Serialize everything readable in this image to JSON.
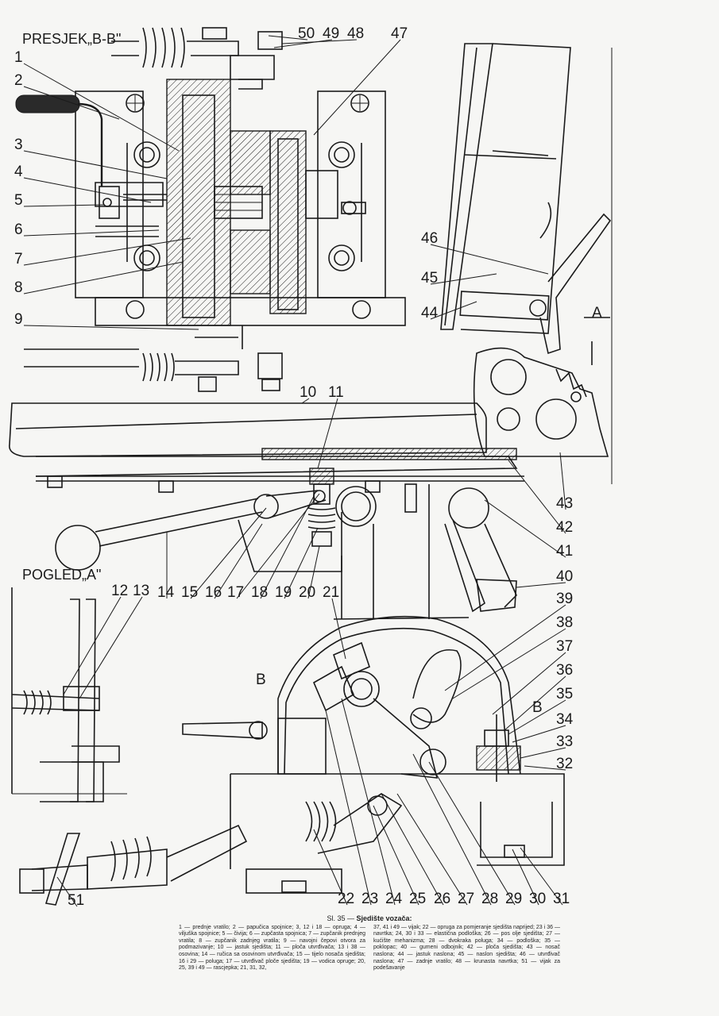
{
  "labels": {
    "section_bb": "PRESJEK„B-B\"",
    "view_a": "POGLED„A\"",
    "mark_a": "A",
    "mark_b1": "B",
    "mark_b2": "B"
  },
  "callouts": [
    "1",
    "2",
    "3",
    "4",
    "5",
    "6",
    "7",
    "8",
    "9",
    "10",
    "11",
    "12",
    "13",
    "14",
    "15",
    "16",
    "17",
    "18",
    "19",
    "20",
    "21",
    "22",
    "23",
    "24",
    "25",
    "26",
    "27",
    "28",
    "29",
    "30",
    "31",
    "32",
    "33",
    "34",
    "35",
    "36",
    "37",
    "38",
    "39",
    "40",
    "41",
    "42",
    "43",
    "44",
    "45",
    "46",
    "47",
    "48",
    "49",
    "50",
    "51"
  ],
  "caption": {
    "number": "Sl. 35 —",
    "title": "Sjedište vozača:",
    "col1": "1 — prednje vratilo; 2 — papučica spojnice; 3, 12 i 18 — opruga; 4 — viljuška spojnice; 5 — čivija; 6 — zupčasta spojnica; 7 — zupčanik prednjeg vratila; 8 — zupčanik zadnjeg vratila; 9 — navojni čepovi otvora za podmazivanje; 10 — jastuk sjedišta; 11 — ploča utvrđivača; 13 i 38 — osovina; 14 — ručica sa osovinom utvrđivača; 15 — tijelo nosača sjedišta; 16 i 29 — poluga; 17 — utvrđivač ploče sjedišta; 19 — vodica opruge; 20, 25, 39 i 49 — rascjepka; 21, 31, 32,",
    "col2": "37, 41 i 49 — vijak; 22 — opruga za pomjeranje sjedišta naprijed; 23 i 36 — navrtka; 24, 30 i 33 — elastična podloška; 26 — pos olje sjedišta; 27 — kućište mehanizma; 28 — dvokraka poluga; 34 — podloška; 35 — poklopac; 40 — gumeni odbojnik; 42 — ploča sjedišta; 43 — nosač naslona; 44 — jastuk naslona; 45 — naslon sjedišta; 46 — utvrđivač naslona; 47 — zadnje vratilo; 48 — krunasta navrtka; 51 — vijak za podešavanje"
  }
}
